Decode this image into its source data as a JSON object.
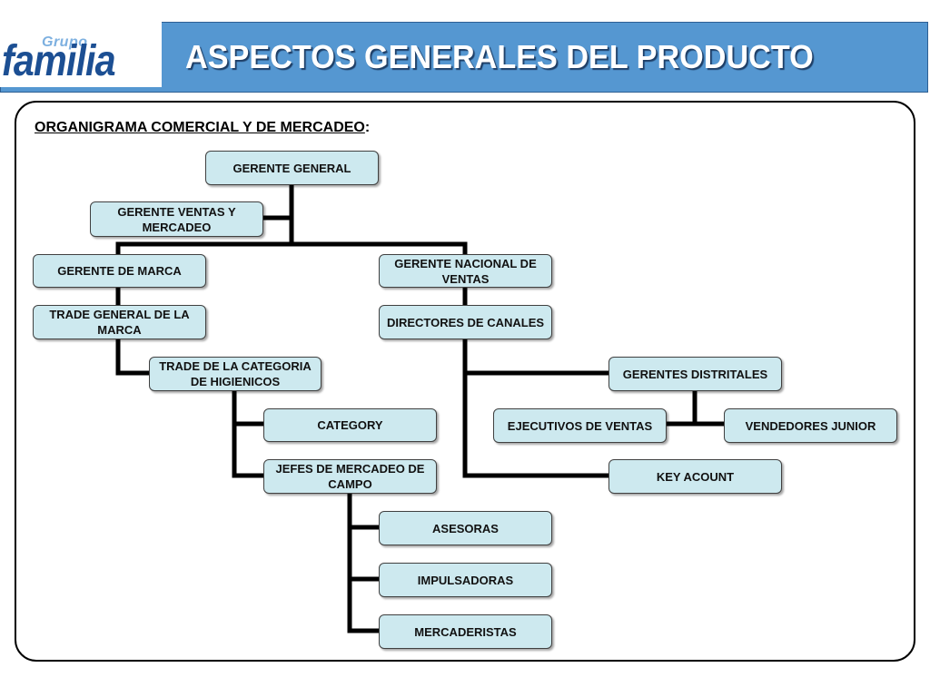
{
  "header": {
    "logo_top": "Grupo",
    "logo_main": "familia",
    "title": "ASPECTOS GENERALES DEL PRODUCTO",
    "color": "#5597d1"
  },
  "diagram": {
    "subtitle": "ORGANIGRAMA COMERCIAL Y DE MERCADEO",
    "subtitle_suffix": ":",
    "node_fill": "#cde9ef",
    "nodes": {
      "gerente_general": "GERENTE GENERAL",
      "gerente_ventas_mercadeo": "GERENTE VENTAS Y MERCADEO",
      "gerente_marca": "GERENTE DE MARCA",
      "gerente_nacional_ventas": "GERENTE NACIONAL DE VENTAS",
      "trade_general_marca": "TRADE GENERAL DE LA MARCA",
      "directores_canales": "DIRECTORES DE CANALES",
      "trade_categoria_higienicos": "TRADE DE LA CATEGORIA DE HIGIENICOS",
      "gerentes_distritales": "GERENTES DISTRITALES",
      "category": "CATEGORY",
      "ejecutivos_ventas": "EJECUTIVOS DE VENTAS",
      "vendedores_junior": "VENDEDORES JUNIOR",
      "jefes_mercadeo_campo": "JEFES DE MERCADEO DE CAMPO",
      "key_acount": "KEY ACOUNT",
      "asesoras": "ASESORAS",
      "impulsadoras": "IMPULSADORAS",
      "mercaderistas": "MERCADERISTAS"
    }
  }
}
